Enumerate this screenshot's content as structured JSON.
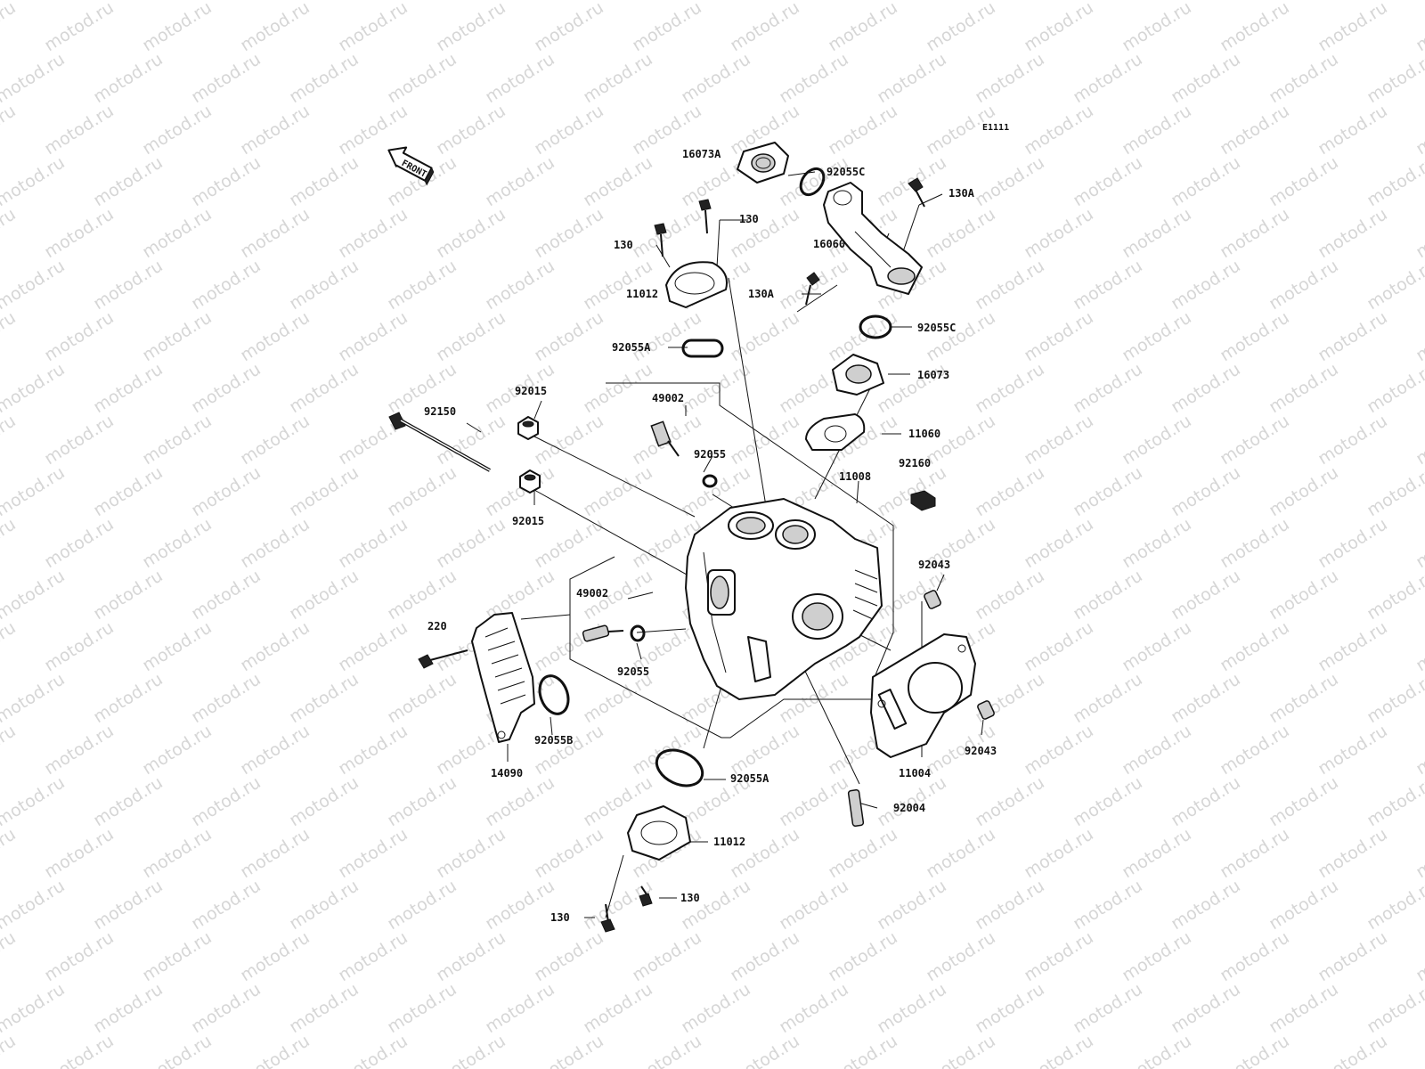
{
  "diagram": {
    "code": "E1111",
    "watermark": "motod.ru",
    "front_arrow_label": "FRONT",
    "labels": [
      {
        "id": "16073A",
        "text": "16073A"
      },
      {
        "id": "92055C-top",
        "text": "92055C"
      },
      {
        "id": "130A-top",
        "text": "130A"
      },
      {
        "id": "130-a",
        "text": "130"
      },
      {
        "id": "130-b",
        "text": "130"
      },
      {
        "id": "16060",
        "text": "16060"
      },
      {
        "id": "11012-top",
        "text": "11012"
      },
      {
        "id": "130A-mid",
        "text": "130A"
      },
      {
        "id": "92055C-mid",
        "text": "92055C"
      },
      {
        "id": "92055A-top",
        "text": "92055A"
      },
      {
        "id": "16073",
        "text": "16073"
      },
      {
        "id": "92015-top",
        "text": "92015"
      },
      {
        "id": "49002-top",
        "text": "49002"
      },
      {
        "id": "92150",
        "text": "92150"
      },
      {
        "id": "11060",
        "text": "11060"
      },
      {
        "id": "92055-top",
        "text": "92055"
      },
      {
        "id": "11008",
        "text": "11008"
      },
      {
        "id": "92160",
        "text": "92160"
      },
      {
        "id": "92015-bottom",
        "text": "92015"
      },
      {
        "id": "92043-top",
        "text": "92043"
      },
      {
        "id": "49002-bottom",
        "text": "49002"
      },
      {
        "id": "220",
        "text": "220"
      },
      {
        "id": "92055-bottom",
        "text": "92055"
      },
      {
        "id": "92055B",
        "text": "92055B"
      },
      {
        "id": "92043-bottom",
        "text": "92043"
      },
      {
        "id": "11004",
        "text": "11004"
      },
      {
        "id": "14090",
        "text": "14090"
      },
      {
        "id": "92055A-bottom",
        "text": "92055A"
      },
      {
        "id": "92004",
        "text": "92004"
      },
      {
        "id": "11012-bottom",
        "text": "11012"
      },
      {
        "id": "130-c",
        "text": "130"
      },
      {
        "id": "130-d",
        "text": "130"
      }
    ]
  }
}
